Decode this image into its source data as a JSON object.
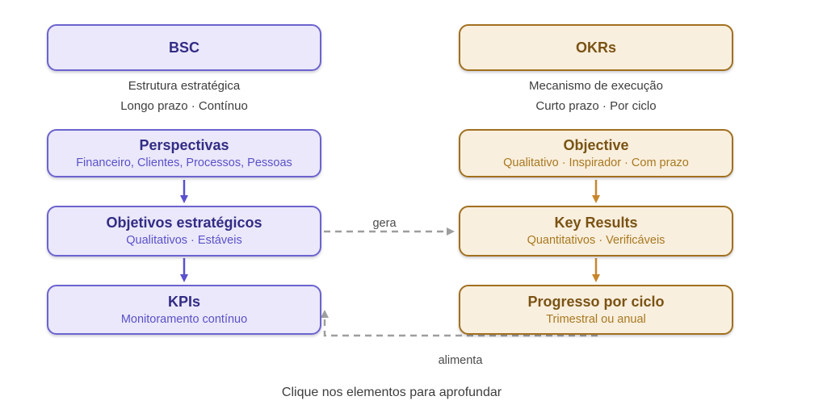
{
  "diagram": {
    "left": {
      "header": "BSC",
      "caption_line1": "Estrutura estratégica",
      "caption_line2": "Longo prazo · Contínuo",
      "boxes": [
        {
          "title": "Perspectivas",
          "subtitle": "Financeiro, Clientes, Processos, Pessoas"
        },
        {
          "title": "Objetivos estratégicos",
          "subtitle": "Qualitativos · Estáveis"
        },
        {
          "title": "KPIs",
          "subtitle": "Monitoramento contínuo"
        }
      ],
      "colors": {
        "fill": "#EAE8FA",
        "border": "#6C63CF",
        "title": "#332C85",
        "subtitle": "#5B51C8",
        "arrow": "#5B51CB"
      }
    },
    "right": {
      "header": "OKRs",
      "caption_line1": "Mecanismo de execução",
      "caption_line2": "Curto prazo · Por ciclo",
      "boxes": [
        {
          "title": "Objective",
          "subtitle": "Qualitativo · Inspirador · Com prazo"
        },
        {
          "title": "Key Results",
          "subtitle": "Quantitativos · Verificáveis"
        },
        {
          "title": "Progresso por ciclo",
          "subtitle": "Trimestral ou anual"
        }
      ],
      "colors": {
        "fill": "#F9EFDE",
        "border": "#A1701F",
        "title": "#7A5314",
        "subtitle": "#A87820",
        "arrow": "#C8862B"
      }
    },
    "connectors": {
      "gera_label": "gera",
      "alimenta_label": "alimenta",
      "dash_color": "#9E9E9E",
      "label_color": "#4A4A4A"
    },
    "footer_hint": "Clique nos elementos para aprofundar"
  }
}
